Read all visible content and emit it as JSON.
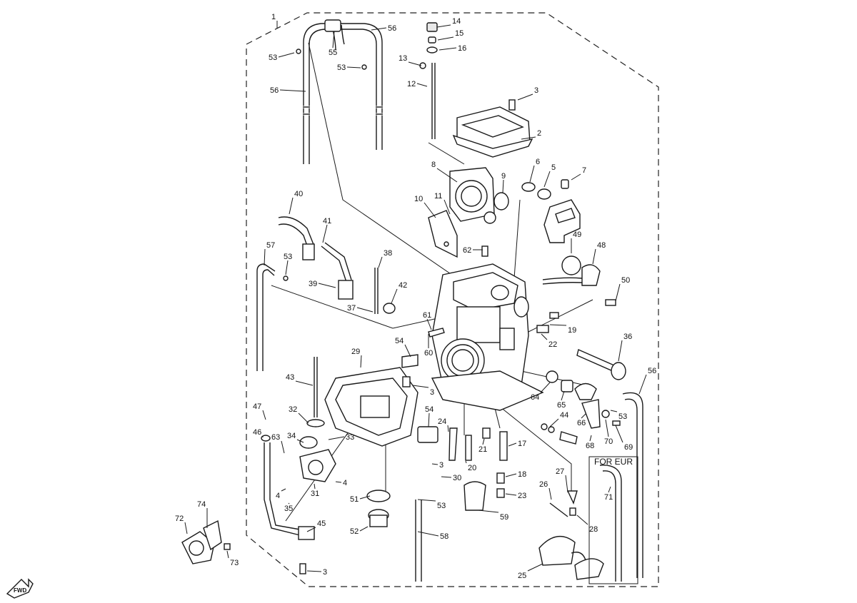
{
  "region_box": {
    "title": "FOR EUR"
  },
  "badge": {
    "text": "FWD"
  },
  "callouts": [
    "1",
    "2",
    "3",
    "4",
    "5",
    "6",
    "7",
    "8",
    "9",
    "10",
    "11",
    "12",
    "13",
    "14",
    "15",
    "16",
    "17",
    "18",
    "19",
    "20",
    "21",
    "22",
    "23",
    "24",
    "25",
    "26",
    "27",
    "28",
    "29",
    "30",
    "31",
    "32",
    "33",
    "34",
    "35",
    "36",
    "37",
    "38",
    "39",
    "40",
    "41",
    "42",
    "43",
    "44",
    "45",
    "46",
    "47",
    "48",
    "49",
    "50",
    "51",
    "52",
    "53",
    "54",
    "55",
    "56",
    "57",
    "58",
    "59",
    "60",
    "61",
    "62",
    "63",
    "64",
    "65",
    "66",
    "68",
    "69",
    "70",
    "71",
    "72",
    "73",
    "74"
  ]
}
